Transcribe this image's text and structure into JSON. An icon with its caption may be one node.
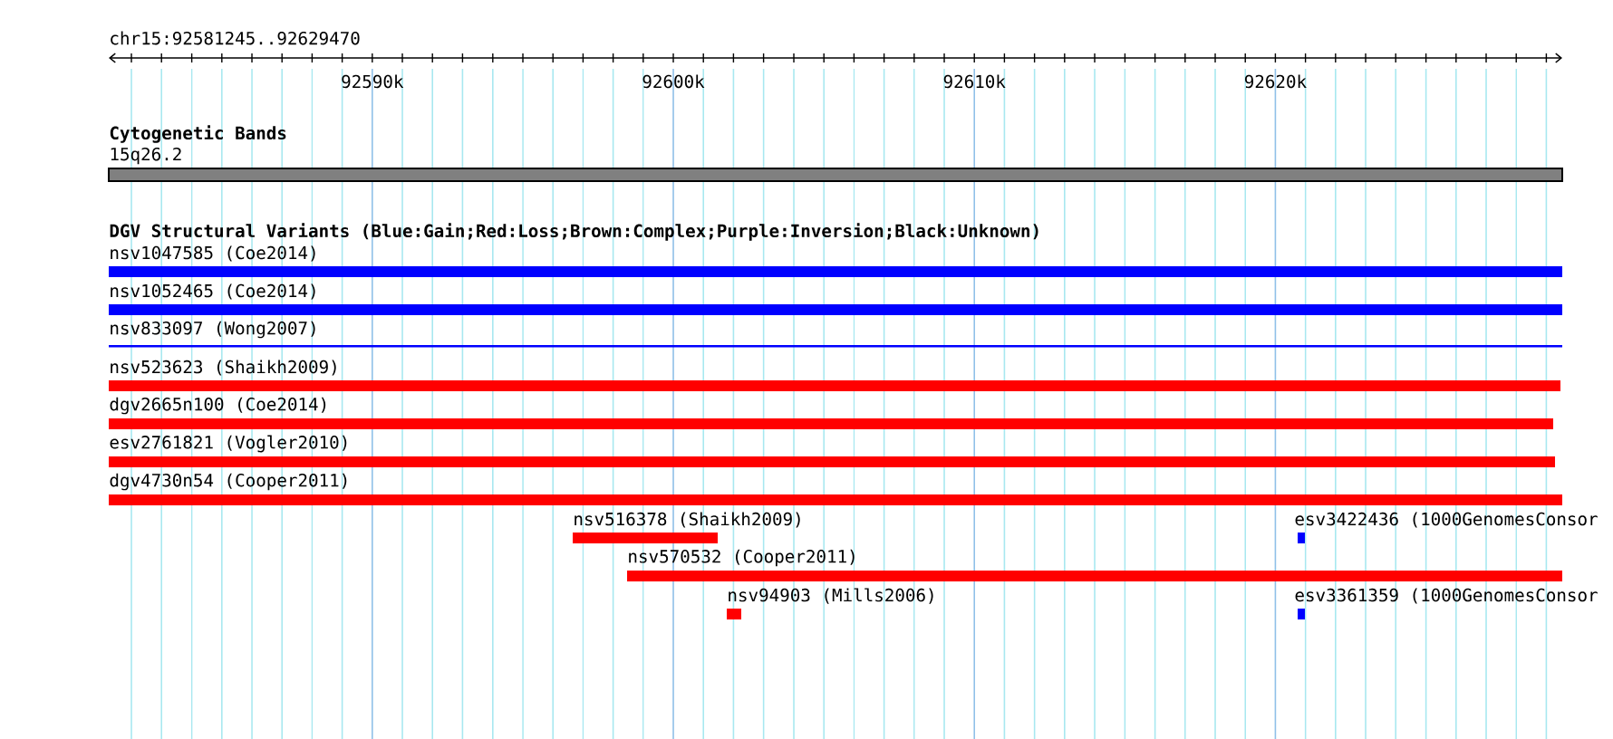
{
  "diagram": {
    "nodes": [
      {
        "text": [
          "15q26.2"
        ]
      },
      {
        "text": [
          "nsv1047585 (Coe2014)"
        ]
      },
      {
        "text": [
          "nsv1052465 (Coe2014)"
        ]
      },
      {
        "text": [
          "nsv833097 (Wong2007)"
        ]
      },
      {
        "text": [
          "nsv523623 (Shaikh2009)"
        ]
      },
      {
        "text": [
          "dgv2665n100 (Coe2014)"
        ]
      },
      {
        "text": [
          "esv2761821 (Vogler2010)"
        ]
      },
      {
        "text": [
          "dgv4730n54 (Cooper2011)"
        ]
      },
      {
        "text": [
          "nsv516378 (Shaikh2009)"
        ]
      },
      {
        "text": [
          "esv3422436 (1000GenomesConsor"
        ]
      },
      {
        "text": [
          "nsv570532 (Cooper2011)"
        ]
      },
      {
        "text": [
          "nsv94903 (Mills2006)"
        ]
      },
      {
        "text": [
          "esv3361359 (1000GenomesConsor"
        ]
      }
    ],
    "labels": [
      "chr15:92581245..92629470",
      "92590k",
      "92600k",
      "92610k",
      "92620k",
      "Cytogenetic Bands",
      "DGV Structural Variants (Blue:Gain;Red:Loss;Brown:Complex;Purple:Inversion;Black:Unknown)"
    ]
  }
}
